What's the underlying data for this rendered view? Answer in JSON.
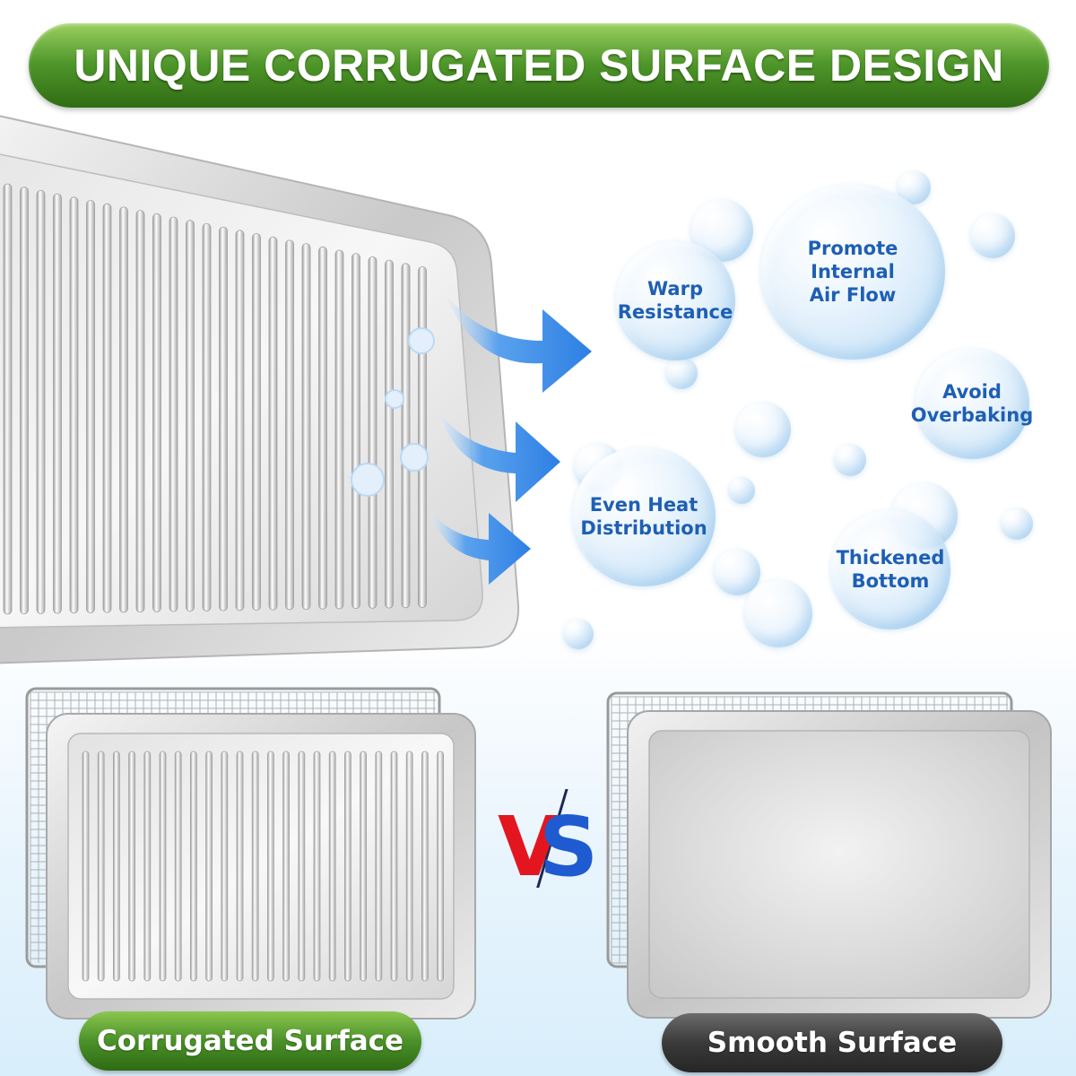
{
  "header": {
    "title": "UNIQUE CORRUGATED SURFACE DESIGN"
  },
  "features": [
    {
      "label": "Warp\nResistance"
    },
    {
      "label": "Promote\nInternal\nAir Flow"
    },
    {
      "label": "Avoid\nOverbaking"
    },
    {
      "label": "Even Heat\nDistribution"
    },
    {
      "label": "Thickened\nBottom"
    }
  ],
  "comparison": {
    "left_label": "Corrugated Surface",
    "right_label": "Smooth Surface",
    "versus": {
      "v": "V",
      "s": "S"
    }
  },
  "colors": {
    "banner_green": "#4e962a",
    "feature_text_blue": "#1e5fb4",
    "arrow_blue": "#2d7fe3",
    "vs_red": "#e3161f",
    "vs_blue": "#1f5bd0",
    "right_pill_dark": "#3a3a3a"
  },
  "icons": [
    "airflow-arrow-icon",
    "bubble-icon",
    "vs-icon"
  ]
}
